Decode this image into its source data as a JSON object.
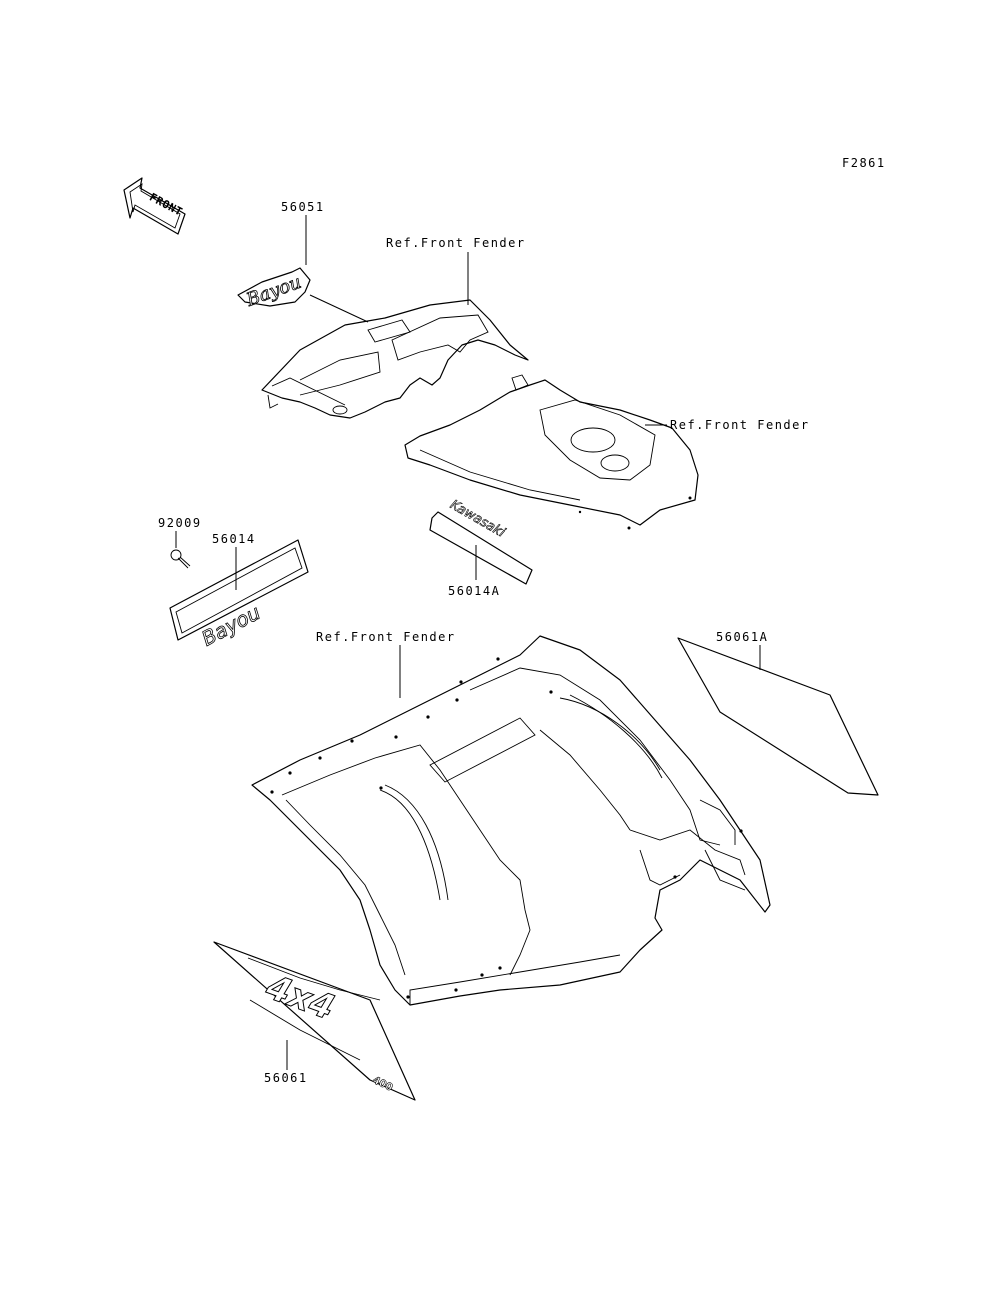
{
  "diagram": {
    "figure_code": "F2861",
    "front_arrow": "FRONT",
    "labels": {
      "p56051": "56051",
      "ref1": "Ref.Front Fender",
      "ref2": "Ref.Front Fender",
      "ref3": "Ref.Front Fender",
      "p92009": "92009",
      "p56014": "56014",
      "p56014A": "56014A",
      "p56061A": "56061A",
      "p56061": "56061"
    },
    "decal_text": {
      "bayou": "Bayou",
      "kawasaki": "Kawasaki",
      "fourx4": "4x4",
      "model": "400"
    }
  }
}
